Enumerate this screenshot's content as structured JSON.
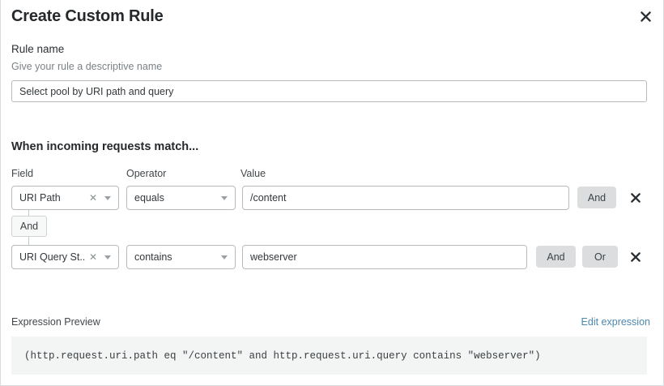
{
  "dialog": {
    "title": "Create Custom Rule",
    "close_icon": "close-icon"
  },
  "rule_name": {
    "label": "Rule name",
    "description": "Give your rule a descriptive name",
    "value": "Select pool by URI path and query",
    "placeholder": "Give your rule a descriptive name"
  },
  "match_section": {
    "heading": "When incoming requests match...",
    "columns": {
      "field": "Field",
      "operator": "Operator",
      "value": "Value"
    },
    "group_connector": "And",
    "rows": [
      {
        "field": "URI Path",
        "field_clear_icon": "clear-icon",
        "field_caret_icon": "chevron-down-icon",
        "operator": "equals",
        "operator_caret_icon": "chevron-down-icon",
        "value": "/content",
        "value_placeholder": "Value",
        "logic_buttons": [
          "And"
        ],
        "remove_icon": "close-icon"
      },
      {
        "field": "URI Query St...",
        "field_clear_icon": "clear-icon",
        "field_caret_icon": "chevron-down-icon",
        "operator": "contains",
        "operator_caret_icon": "chevron-down-icon",
        "value": "webserver",
        "value_placeholder": "Value",
        "logic_buttons": [
          "And",
          "Or"
        ],
        "remove_icon": "close-icon"
      }
    ]
  },
  "expression_preview": {
    "label": "Expression Preview",
    "edit_link": "Edit expression",
    "expression": "(http.request.uri.path eq \"/content\" and http.request.uri.query contains \"webserver\")"
  },
  "colors": {
    "accent_link": "#4d88ad",
    "button_gray": "#dcdddf",
    "border": "#b6bbbe",
    "code_bg": "#f3f4f4",
    "text": "#1f2427",
    "muted_text": "#7a8287"
  }
}
